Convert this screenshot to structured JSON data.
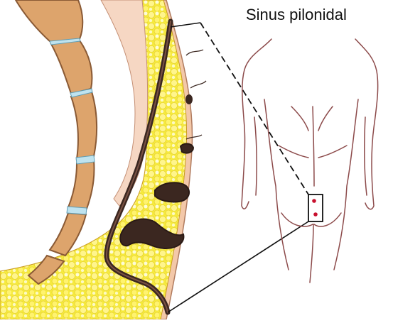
{
  "title": "Sinus pilonidal",
  "colors": {
    "bone": "#DDA46C",
    "bone_outline": "#8A5A35",
    "disc": "#BFE3EF",
    "fat": "#F6EA3E",
    "fat_light": "#FFF58C",
    "skin": "#F3C8A9",
    "skin_inner": "#F6D7C3",
    "sinus": "#3B2720",
    "body_outline": "#8C4A4A",
    "sinus_marker": "#C8102E",
    "leader_line": "#111111"
  },
  "icons": {
    "cross_section": "sacrococcygeal-cross-section-illustration",
    "body": "back-view-body-outline"
  }
}
